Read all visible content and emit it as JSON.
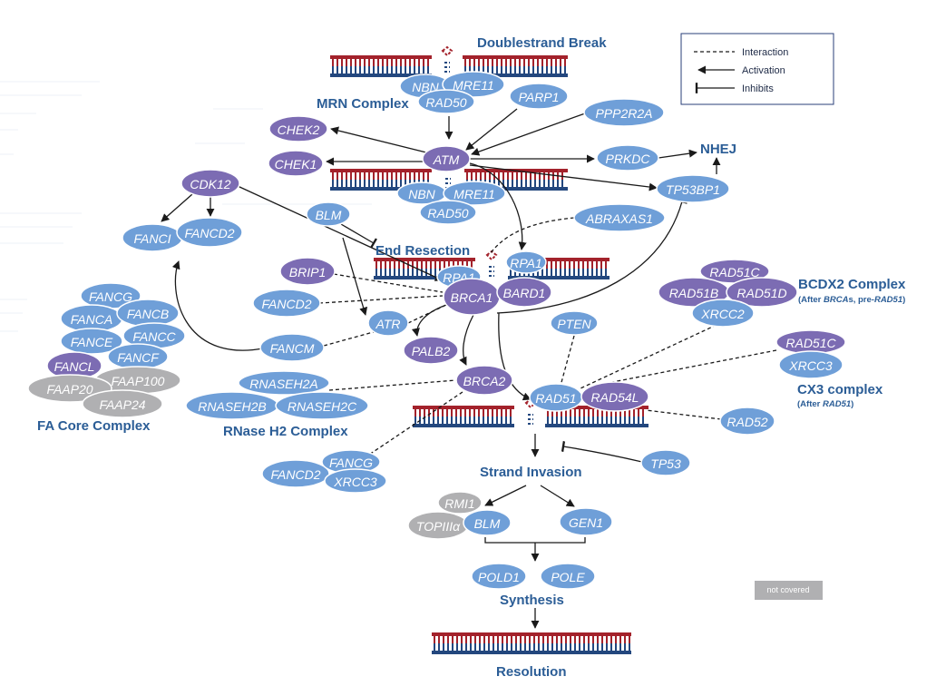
{
  "colors": {
    "light": "#6f9fd8",
    "dark": "#7c6cb3",
    "grey": "#b0b0b2",
    "label": "#2b5d96",
    "dna_top": "#a3222b",
    "dna_bottom": "#23477e",
    "legend_border": "#2a3f7a"
  },
  "labels": {
    "dsb": "Doublestrand Break",
    "mrn": "MRN Complex",
    "nhej": "NHEJ",
    "end_resection": "End Resection",
    "bcdx2": "BCDX2 Complex",
    "bcdx2_note": [
      "(After ",
      "BRCA",
      "s, pre-",
      "RAD51",
      ")"
    ],
    "cx3": "CX3 complex",
    "cx3_note": [
      "(After ",
      "RAD51",
      ")"
    ],
    "fa_core": "FA Core Complex",
    "rnase_h2": "RNase H2 Complex",
    "strand_invasion": "Strand Invasion",
    "synthesis": "Synthesis",
    "resolution": "Resolution"
  },
  "legend": {
    "interaction": "Interaction",
    "activation": "Activation",
    "inhibits": "Inhibits"
  },
  "not_covered": "not covered",
  "nodes": [
    {
      "id": "nbn_top",
      "text": "NBN",
      "color": "light"
    },
    {
      "id": "mre11_top",
      "text": "MRE11",
      "color": "light"
    },
    {
      "id": "rad50_top",
      "text": "RAD50",
      "color": "light"
    },
    {
      "id": "parp1",
      "text": "PARP1",
      "color": "light"
    },
    {
      "id": "ppp2r2a",
      "text": "PPP2R2A",
      "color": "light"
    },
    {
      "id": "chek2",
      "text": "CHEK2",
      "color": "dark"
    },
    {
      "id": "chek1",
      "text": "CHEK1",
      "color": "dark"
    },
    {
      "id": "atm",
      "text": "ATM",
      "color": "dark"
    },
    {
      "id": "prkdc",
      "text": "PRKDC",
      "color": "light"
    },
    {
      "id": "tp53bp1",
      "text": "TP53BP1",
      "color": "light"
    },
    {
      "id": "nbn_mid",
      "text": "NBN",
      "color": "light"
    },
    {
      "id": "mre11_mid",
      "text": "MRE11",
      "color": "light"
    },
    {
      "id": "rad50_mid",
      "text": "RAD50",
      "color": "light"
    },
    {
      "id": "cdk12",
      "text": "CDK12",
      "color": "dark"
    },
    {
      "id": "fanci",
      "text": "FANCI",
      "color": "light"
    },
    {
      "id": "fancd2_top",
      "text": "FANCD2",
      "color": "light"
    },
    {
      "id": "blm_top",
      "text": "BLM",
      "color": "light"
    },
    {
      "id": "abraxas1",
      "text": "ABRAXAS1",
      "color": "light"
    },
    {
      "id": "brip1",
      "text": "BRIP1",
      "color": "dark"
    },
    {
      "id": "rpa1_a",
      "text": "RPA1",
      "color": "light"
    },
    {
      "id": "rpa1_b",
      "text": "RPA1",
      "color": "light"
    },
    {
      "id": "fancd2_mid",
      "text": "FANCD2",
      "color": "light"
    },
    {
      "id": "brca1",
      "text": "BRCA1",
      "color": "dark"
    },
    {
      "id": "bard1",
      "text": "BARD1",
      "color": "dark"
    },
    {
      "id": "atr",
      "text": "ATR",
      "color": "light"
    },
    {
      "id": "fancg_top",
      "text": "FANCG",
      "color": "light"
    },
    {
      "id": "fanca",
      "text": "FANCA",
      "color": "light"
    },
    {
      "id": "fancb",
      "text": "FANCB",
      "color": "light"
    },
    {
      "id": "fance",
      "text": "FANCE",
      "color": "light"
    },
    {
      "id": "fancc",
      "text": "FANCC",
      "color": "light"
    },
    {
      "id": "fancm",
      "text": "FANCM",
      "color": "light"
    },
    {
      "id": "fancf",
      "text": "FANCF",
      "color": "light"
    },
    {
      "id": "fancl",
      "text": "FANCL",
      "color": "dark"
    },
    {
      "id": "faap100",
      "text": "FAAP100",
      "color": "grey"
    },
    {
      "id": "faap20",
      "text": "FAAP20",
      "color": "grey"
    },
    {
      "id": "faap24",
      "text": "FAAP24",
      "color": "grey"
    },
    {
      "id": "palb2",
      "text": "PALB2",
      "color": "dark"
    },
    {
      "id": "pten",
      "text": "PTEN",
      "color": "light"
    },
    {
      "id": "rad51c_top",
      "text": "RAD51C",
      "color": "dark"
    },
    {
      "id": "rad51b",
      "text": "RAD51B",
      "color": "dark"
    },
    {
      "id": "rad51d",
      "text": "RAD51D",
      "color": "dark"
    },
    {
      "id": "xrcc2",
      "text": "XRCC2",
      "color": "light"
    },
    {
      "id": "rnaseh2a",
      "text": "RNASEH2A",
      "color": "light"
    },
    {
      "id": "brca2",
      "text": "BRCA2",
      "color": "dark"
    },
    {
      "id": "rnaseh2b",
      "text": "RNASEH2B",
      "color": "light"
    },
    {
      "id": "rnaseh2c",
      "text": "RNASEH2C",
      "color": "light"
    },
    {
      "id": "rad51",
      "text": "RAD51",
      "color": "light"
    },
    {
      "id": "rad54l",
      "text": "RAD54L",
      "color": "dark"
    },
    {
      "id": "rad51c_cx3",
      "text": "RAD51C",
      "color": "dark"
    },
    {
      "id": "xrcc3_cx3",
      "text": "XRCC3",
      "color": "light"
    },
    {
      "id": "rad52",
      "text": "RAD52",
      "color": "light"
    },
    {
      "id": "fancd2_bot",
      "text": "FANCD2",
      "color": "light"
    },
    {
      "id": "fancg_bot",
      "text": "FANCG",
      "color": "light"
    },
    {
      "id": "xrcc3_bot",
      "text": "XRCC3",
      "color": "light"
    },
    {
      "id": "tp53",
      "text": "TP53",
      "color": "light"
    },
    {
      "id": "rmi1",
      "text": "RMI1",
      "color": "grey"
    },
    {
      "id": "topiii",
      "text": "TOPIIIα",
      "color": "grey"
    },
    {
      "id": "blm_bot",
      "text": "BLM",
      "color": "light"
    },
    {
      "id": "gen1",
      "text": "GEN1",
      "color": "light"
    },
    {
      "id": "pold1",
      "text": "POLD1",
      "color": "light"
    },
    {
      "id": "pole",
      "text": "POLE",
      "color": "light"
    }
  ]
}
